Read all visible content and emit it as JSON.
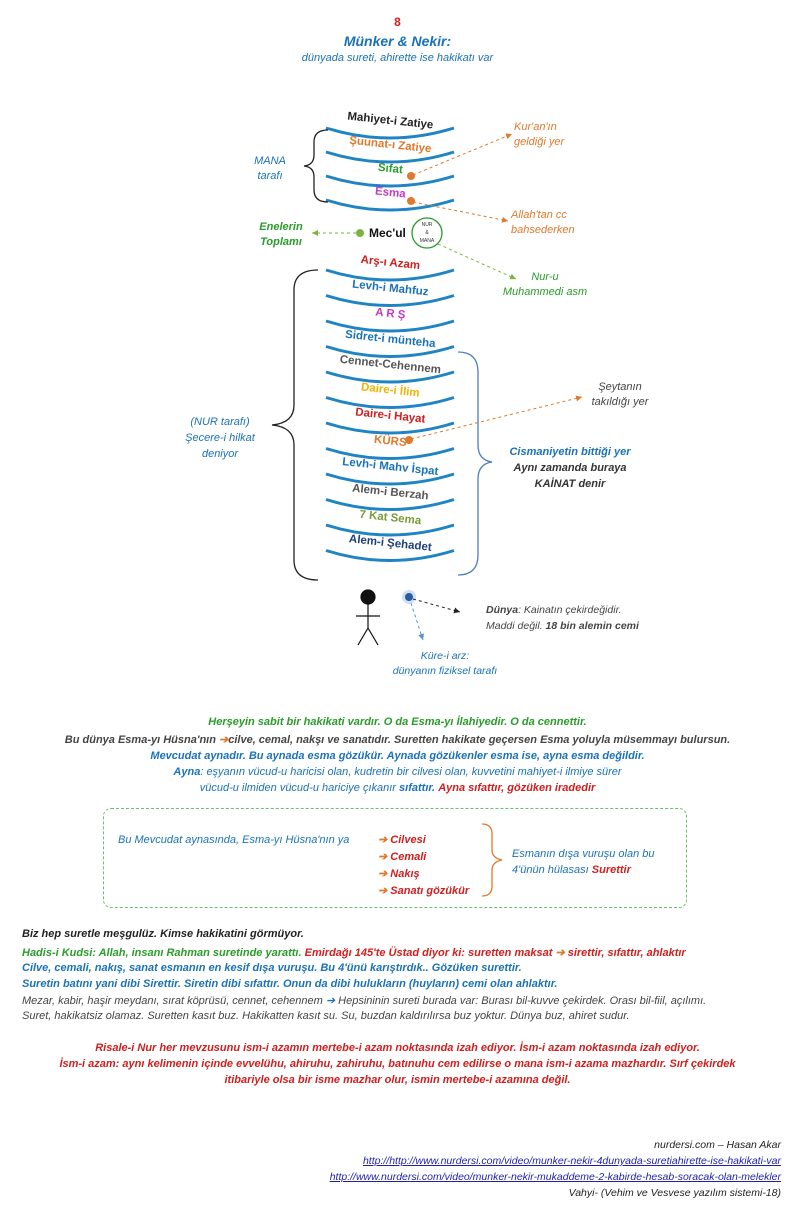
{
  "header": {
    "page_number": "8",
    "title": "Münker & Nekir:",
    "subtitle": "dünyada sureti, ahirette ise hakikatı var"
  },
  "diagram": {
    "mana_label_1": "MANA",
    "mana_label_2": "tarafı",
    "top_arcs": [
      {
        "label": "Mahiyet-i Zatiye",
        "color": "#222222"
      },
      {
        "label": "Şuunat-ı Zatiye",
        "color": "#e0792b"
      },
      {
        "label": "Sıfat",
        "color": "#2a9c2a"
      },
      {
        "label": "Esma",
        "color": "#c43bc4"
      }
    ],
    "kuran_1": "Kur'an'ın",
    "kuran_2": "geldiği yer",
    "allah_1": "Allah'tan cc",
    "allah_2": "bahsederken",
    "enelerin_1": "Enelerin",
    "enelerin_2": "Toplamı",
    "mecul": "Mec'ul",
    "nur_badge_1": "NUR",
    "nur_badge_2": "&",
    "nur_badge_3": "MANA",
    "nuru_1": "Nur-u",
    "nuru_2": "Muhammedi asm",
    "bottom_arcs": [
      {
        "label": "Arş-ı Azam",
        "color": "#d11e1e"
      },
      {
        "label": "Levh-i Mahfuz",
        "color": "#1a72b8"
      },
      {
        "label": "A R Ş",
        "color": "#c43bc4"
      },
      {
        "label": "Sidret-i münteha",
        "color": "#1a72b8"
      },
      {
        "label": "Cennet-Cehennem",
        "color": "#555555"
      },
      {
        "label": "Daire-i İlim",
        "color": "#f0b400"
      },
      {
        "label": "Daire-i Hayat",
        "color": "#d11e1e"
      },
      {
        "label": "KÜRS",
        "color": "#e0792b"
      },
      {
        "label": "Levh-i Mahv İspat",
        "color": "#1a72b8"
      },
      {
        "label": "Alem-i Berzah",
        "color": "#555555"
      },
      {
        "label": "7 Kat Sema",
        "color": "#7a9a3a"
      },
      {
        "label": "Alem-i Şehadet",
        "color": "#1e3f7a"
      }
    ],
    "nur_tarafi_1": "(NUR tarafı)",
    "nur_tarafi_2": "Şecere-i hilkat",
    "nur_tarafi_3": "deniyor",
    "seytan_1": "Şeytanın",
    "seytan_2": "takıldığı yer",
    "cism_1": "Cismaniyetin bittiği yer",
    "cism_2": "Aynı zamanda buraya",
    "cism_3": "KAİNAT denir",
    "dunya_label": "Dünya",
    "dunya_text": ": Kainatın çekirdeğidir.",
    "maddi_text": "Maddi değil.",
    "maddi_bold": "18 bin alemin cemi",
    "kure_1": "Küre-i arz:",
    "kure_2": "dünyanın fiziksel tarafı"
  },
  "body": {
    "p1": "Herşeyin sabit bir hakikati vardır. O da Esma-yı İlahiyedir. O da cennettir.",
    "p2a": "Bu dünya Esma-yı Hüsna'nın",
    "p2b": "cilve, cemal, nakşı ve sanatıdır. Suretten hakikate geçersen Esma yoluyla müsemmayı bulursun.",
    "p3": "Mevcudat aynadır. Bu aynada esma gözükür. Aynada gözükenler esma ise, ayna esma değildir.",
    "p4a": "Ayna",
    "p4b": ": eşyanın vücud-u haricisi olan, kudretin bir cilvesi olan, kuvvetini mahiyet-i ilmiye sürer",
    "p5a": "vücud-u ilmiden vücud-u hariciye çıkanır",
    "p5b": "sıfattır.",
    "p5c": "Ayna sıfattır, gözüken iradedir",
    "box_left": "Bu Mevcudat aynasında, Esma-yı Hüsna'nın ya",
    "box_items": [
      "Cilvesi",
      "Cemali",
      "Nakış",
      "Sanatı gözükür"
    ],
    "box_right_1": "Esmanın dışa vuruşu olan bu",
    "box_right_2": "4'ünün hülasası",
    "box_right_3": "Surettir",
    "q1": "Biz hep suretle meşgulüz. Kimse hakikatini görmüyor.",
    "q2a": "Hadis-i Kudsi: Allah, insanı Rahman suretinde yarattı.",
    "q2b": "Emirdağı 145'te Üstad diyor ki: suretten maksat",
    "q2c": "sirettir, sıfattır, ahlaktır",
    "q3": "Cilve, cemali, nakış, sanat esmanın en kesif dışa vuruşu. Bu 4'ünü karıştırdık.. Gözüken surettir.",
    "q4": "Suretin batını yani dibi Sirettir. Siretin dibi sıfattır. Onun da dibi hulukların (huyların) cemi olan ahlaktır.",
    "q5a": "Mezar, kabir, haşir meydanı, sırat köprüsü, cennet, cehennem",
    "q5b": "Hepsininin sureti burada var: Burası bil-kuvve çekirdek. Orası bil-fiil, açılımı.",
    "q6": "Suret, hakikatsiz olamaz. Suretten kasıt buz. Hakikatten kasıt su. Su, buzdan kaldırılırsa buz yoktur. Dünya buz, ahiret sudur.",
    "r1": "Risale-i Nur her mevzusunu ism-i azamın mertebe-i azam noktasında izah ediyor. İsm-i azam noktasında izah ediyor.",
    "r2": "İsm-i azam: aynı kelimenin içinde evvelühu, ahiruhu, zahiruhu, batınuhu cem edilirse o mana ism-i azama mazhardır. Sırf çekirdek",
    "r3": "itibariyle olsa bir isme mazhar olur, ismin mertebe-i azamına değil."
  },
  "footer": {
    "site": "nurdersi.com – Hasan Akar",
    "link1": "http://http://www.nurdersi.com/video/munker-nekir-4dunyada-suretiahirette-ise-hakikati-var",
    "link2": "http://www.nurdersi.com/video/munker-nekir-mukaddeme-2-kabirde-hesab-soracak-olan-melekler",
    "note": "Vahyi- (Vehim ve Vesvese yazılım sistemi-18)"
  },
  "colors": {
    "arc": "#1f84c4",
    "blue_text": "#1a72b8",
    "green_text": "#2a9c2a",
    "orange": "#e0792b",
    "red": "#d11e1e"
  }
}
